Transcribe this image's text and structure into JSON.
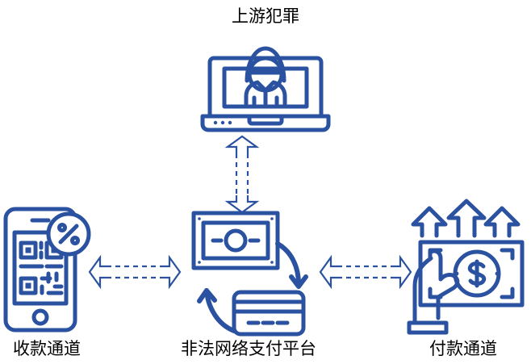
{
  "diagram": {
    "type": "flow-diagram",
    "background_color": "#ffffff",
    "accent_color": "#2B52A0",
    "accent_color_dark": "#24417F",
    "text_color": "#000000",
    "title_label": "上游犯罪",
    "nodes": [
      {
        "id": "upstream-crime",
        "label": "上游犯罪",
        "icon": "laptop-hacker-icon",
        "label_position": "top"
      },
      {
        "id": "receiving-channel",
        "label": "收款通道",
        "icon": "smartphone-qr-percent-icon",
        "label_position": "bottom"
      },
      {
        "id": "illegal-payment-platform",
        "label": "非法网络支付平台",
        "icon": "banknote-creditcard-exchange-icon",
        "label_position": "bottom"
      },
      {
        "id": "payment-channel",
        "label": "付款通道",
        "icon": "hand-holding-dollar-bill-arrows-icon",
        "label_position": "bottom"
      }
    ],
    "connectors": [
      {
        "id": "conn-crime-platform",
        "from": "upstream-crime",
        "to": "illegal-payment-platform",
        "style": "dashed-outline-double-arrow",
        "orientation": "vertical"
      },
      {
        "id": "conn-receiving-platform",
        "from": "receiving-channel",
        "to": "illegal-payment-platform",
        "style": "dashed-outline-double-arrow",
        "orientation": "horizontal"
      },
      {
        "id": "conn-platform-payment",
        "from": "illegal-payment-platform",
        "to": "payment-channel",
        "style": "dashed-outline-double-arrow",
        "orientation": "horizontal"
      }
    ]
  }
}
